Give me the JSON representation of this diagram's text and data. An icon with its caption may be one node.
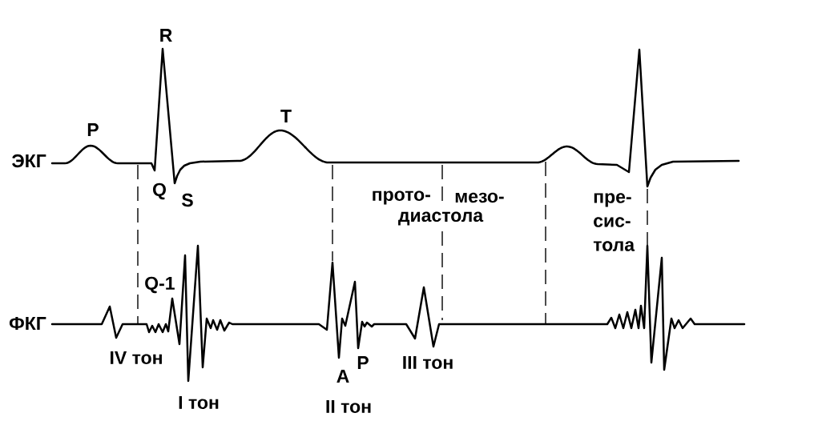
{
  "diagram": {
    "labels": [
      "R",
      "T",
      "P",
      "ЭКГ",
      "Q",
      "прото-",
      "мезо-",
      "пре- сис- тола",
      "S",
      "диастола",
      "Q-1",
      "ФКГ",
      "IV тон",
      "P",
      "III тон",
      "A",
      "I тон",
      "II тон"
    ]
  }
}
